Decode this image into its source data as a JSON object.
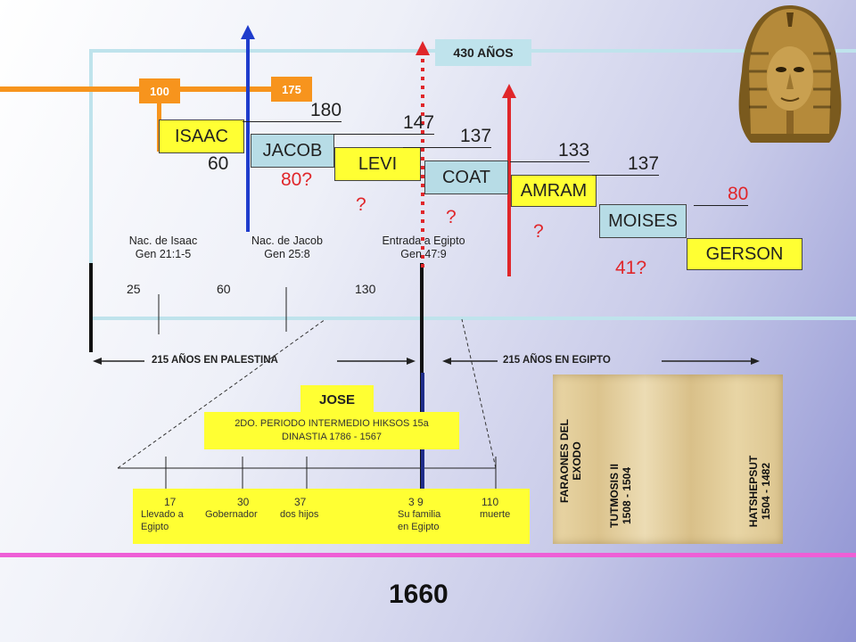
{
  "header": {
    "span_label": "430 AÑOS",
    "tag_100": "100",
    "tag_175": "175"
  },
  "generations": {
    "isaac": {
      "name": "ISAAC",
      "age_end": "180",
      "age_start": "60"
    },
    "jacob": {
      "name": "JACOB",
      "age_end": "147",
      "age_start": "80?"
    },
    "levi": {
      "name": "LEVI",
      "age_end": "137",
      "age_start": "?"
    },
    "coat": {
      "name": "COAT",
      "age_end": "133",
      "age_start": "?"
    },
    "amram": {
      "name": "AMRAM",
      "age_end": "137",
      "age_start": "?"
    },
    "moises": {
      "name": "MOISES",
      "age_end": "80"
    },
    "gerson": {
      "name": "GERSON",
      "age_start": "41?"
    }
  },
  "events": [
    {
      "title": "Nac. de Isaac",
      "ref": "Gen 21:1-5",
      "year": "25"
    },
    {
      "title": "Nac.  de Jacob",
      "ref": "Gen 25:8",
      "year": "60"
    },
    {
      "title": "Entrada a Egipto",
      "ref": "Gen 47:9",
      "year": "130"
    }
  ],
  "periods": {
    "palestina": "215 AÑOS EN PALESTINA",
    "egipto": "215 AÑOS EN EGIPTO"
  },
  "jose": {
    "name": "JOSE",
    "period_line1": "2DO. PERIODO INTERMEDIO  HIKSOS 15a",
    "period_line2": "DINASTIA  1786 - 1567",
    "milestones": [
      {
        "age": "17",
        "desc1": "Llevado a",
        "desc2": "Egipto"
      },
      {
        "age": "30",
        "desc1": "Gobernador",
        "desc2": ""
      },
      {
        "age": "37",
        "desc1": "dos hijos",
        "desc2": ""
      },
      {
        "age": "3 9",
        "desc1": "Su familia",
        "desc2": "en Egipto"
      },
      {
        "age": "110",
        "desc1": "muerte",
        "desc2": ""
      }
    ]
  },
  "papyrus": {
    "heading1": "FARAONES DEL",
    "heading2": "EXODO",
    "tutmosis_name": "TUTMOSIS II",
    "tutmosis_dates": "1508 - 1504",
    "hatshepsut_name": "HATSHEPSUT",
    "hatshepsut_dates": "1504 - 1482"
  },
  "year": "1660"
}
